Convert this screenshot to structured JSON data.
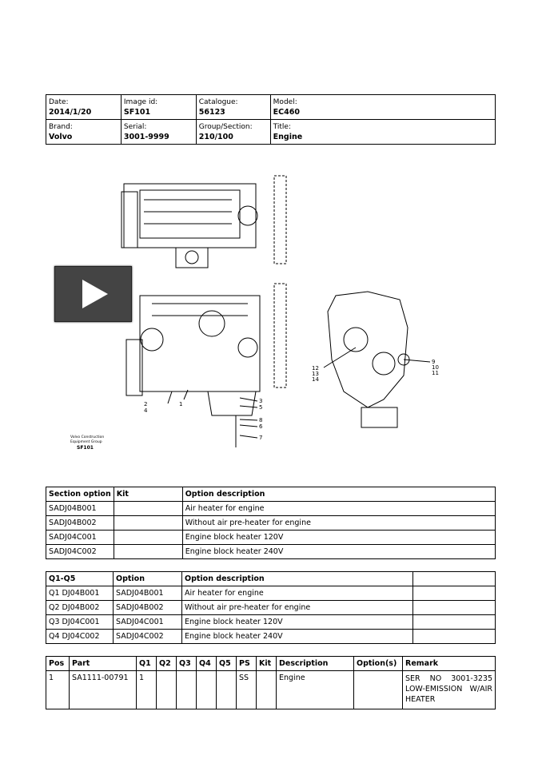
{
  "info": {
    "date_label": "Date:",
    "date": "2014/1/20",
    "image_label": "Image id:",
    "image_id": "SF101",
    "catalogue_label": "Catalogue:",
    "catalogue": "56123",
    "model_label": "Model:",
    "model": "EC460",
    "brand_label": "Brand:",
    "brand": "Volvo",
    "serial_label": "Serial:",
    "serial": "3001-9999",
    "group_label": "Group/Section:",
    "group": "210/100",
    "title_label": "Title:",
    "title": "Engine"
  },
  "diagram": {
    "caption1": "Volvo Construction",
    "caption2": "Equipment Group",
    "caption3": "SF101",
    "callouts": [
      "1",
      "2",
      "3",
      "4",
      "5",
      "6",
      "7",
      "8",
      "9",
      "10",
      "11",
      "12",
      "13",
      "14"
    ]
  },
  "section_table": {
    "headers": [
      "Section option",
      "Kit",
      "Option description"
    ],
    "rows": [
      [
        "SADJ04B001",
        "",
        "Air heater for engine"
      ],
      [
        "SADJ04B002",
        "",
        "Without air pre-heater for engine"
      ],
      [
        "SADJ04C001",
        "",
        "Engine block heater 120V"
      ],
      [
        "SADJ04C002",
        "",
        "Engine block heater 240V"
      ]
    ]
  },
  "q_table": {
    "headers": [
      "Q1-Q5",
      "Option",
      "Option description",
      ""
    ],
    "rows": [
      [
        "Q1 DJ04B001",
        "SADJ04B001",
        "Air heater for engine",
        ""
      ],
      [
        "Q2 DJ04B002",
        "SADJ04B002",
        "Without air pre-heater for engine",
        ""
      ],
      [
        "Q3 DJ04C001",
        "SADJ04C001",
        "Engine block heater 120V",
        ""
      ],
      [
        "Q4 DJ04C002",
        "SADJ04C002",
        "Engine block heater 240V",
        ""
      ]
    ]
  },
  "parts_table": {
    "headers": [
      "Pos",
      "Part",
      "Q1",
      "Q2",
      "Q3",
      "Q4",
      "Q5",
      "PS",
      "Kit",
      "Description",
      "Option(s)",
      "Remark"
    ],
    "rows": [
      [
        "1",
        "SA1111-00791",
        "1",
        "",
        "",
        "",
        "",
        "SS",
        "",
        "Engine",
        "",
        "SER NO 3001-3235 LOW-EMISSION W/AIR HEATER"
      ]
    ]
  }
}
